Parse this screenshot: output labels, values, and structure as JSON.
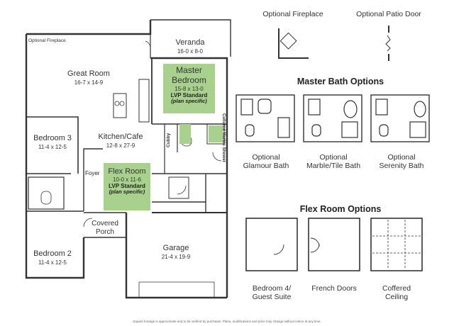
{
  "plan": {
    "optional_fireplace_note": "Optional Fireplace",
    "rooms": {
      "veranda": {
        "name": "Veranda",
        "dims": "16-0 x 8-0"
      },
      "great_room": {
        "name": "Great Room",
        "dims": "16-7 x 14-9"
      },
      "master_bedroom": {
        "name1": "Master",
        "name2": "Bedroom",
        "dims": "15-8 x 13-0",
        "floor": "LVP Standard",
        "note": "(plan specific)"
      },
      "bedroom3": {
        "name": "Bedroom 3",
        "dims": "11-4 x 12-5"
      },
      "kitchen": {
        "name": "Kitchen/Cafe",
        "dims": "12-8 x 27-9"
      },
      "flex_room": {
        "name": "Flex Room",
        "dims": "10-0 x 11-6",
        "floor": "LVP Standard",
        "note": "(plan specific)"
      },
      "foyer": {
        "name": "Foyer"
      },
      "covered_porch": {
        "name1": "Covered",
        "name2": "Porch"
      },
      "bedroom2": {
        "name": "Bedroom 2",
        "dims": "11-4 x 12-5"
      },
      "garage": {
        "name": "Garage",
        "dims": "21-4 x 19-9"
      },
      "cubby": {
        "name": "Cubby"
      },
      "shower": {
        "name": "Cultured Marble Shower"
      }
    }
  },
  "options": {
    "fireplace": "Optional Fireplace",
    "patio_door": "Optional Patio Door",
    "master_bath_title": "Master Bath Options",
    "master_bath": [
      {
        "line1": "Optional",
        "line2": "Glamour Bath"
      },
      {
        "line1": "Optional",
        "line2": "Marble/Tile Bath"
      },
      {
        "line1": "Optional",
        "line2": "Serenity Bath"
      }
    ],
    "flex_title": "Flex Room Options",
    "flex": [
      {
        "line1": "Bedroom 4/",
        "line2": "Guest Suite"
      },
      {
        "line1": "French Doors",
        "line2": ""
      },
      {
        "line1": "Coffered",
        "line2": "Ceiling"
      }
    ]
  },
  "footer": "Square footage is approximate and to be verified by purchaser. Plans, modifications and price may change without notice at any time."
}
